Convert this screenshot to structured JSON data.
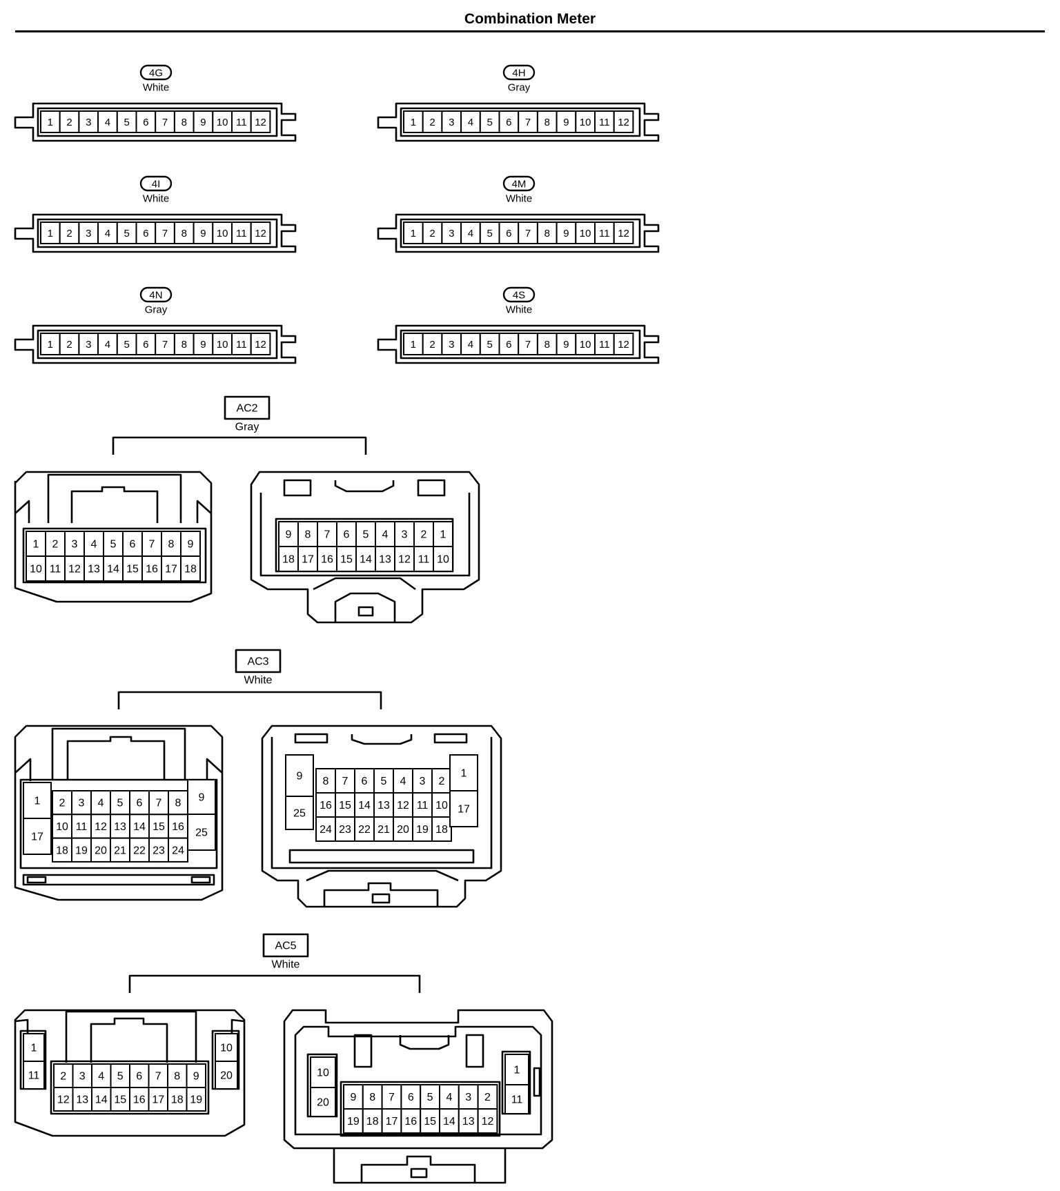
{
  "page_title": "Combination Meter",
  "strip_connectors": [
    {
      "code": "4G",
      "color": "White",
      "pins": [
        "1",
        "2",
        "3",
        "4",
        "5",
        "6",
        "7",
        "8",
        "9",
        "10",
        "11",
        "12"
      ]
    },
    {
      "code": "4H",
      "color": "Gray",
      "pins": [
        "1",
        "2",
        "3",
        "4",
        "5",
        "6",
        "7",
        "8",
        "9",
        "10",
        "11",
        "12"
      ]
    },
    {
      "code": "4I",
      "color": "White",
      "pins": [
        "1",
        "2",
        "3",
        "4",
        "5",
        "6",
        "7",
        "8",
        "9",
        "10",
        "11",
        "12"
      ]
    },
    {
      "code": "4M",
      "color": "White",
      "pins": [
        "1",
        "2",
        "3",
        "4",
        "5",
        "6",
        "7",
        "8",
        "9",
        "10",
        "11",
        "12"
      ]
    },
    {
      "code": "4N",
      "color": "Gray",
      "pins": [
        "1",
        "2",
        "3",
        "4",
        "5",
        "6",
        "7",
        "8",
        "9",
        "10",
        "11",
        "12"
      ]
    },
    {
      "code": "4S",
      "color": "White",
      "pins": [
        "1",
        "2",
        "3",
        "4",
        "5",
        "6",
        "7",
        "8",
        "9",
        "10",
        "11",
        "12"
      ]
    }
  ],
  "paired_connectors": [
    {
      "code": "AC2",
      "color": "Gray",
      "male": {
        "rows": [
          [
            "1",
            "2",
            "3",
            "4",
            "5",
            "6",
            "7",
            "8",
            "9"
          ],
          [
            "10",
            "11",
            "12",
            "13",
            "14",
            "15",
            "16",
            "17",
            "18"
          ]
        ]
      },
      "female": {
        "rows": [
          [
            "9",
            "8",
            "7",
            "6",
            "5",
            "4",
            "3",
            "2",
            "1"
          ],
          [
            "18",
            "17",
            "16",
            "15",
            "14",
            "13",
            "12",
            "11",
            "10"
          ]
        ]
      }
    },
    {
      "code": "AC3",
      "color": "White",
      "male": {
        "side_left": [
          "1",
          "17"
        ],
        "rows": [
          [
            "2",
            "3",
            "4",
            "5",
            "6",
            "7",
            "8"
          ],
          [
            "10",
            "11",
            "12",
            "13",
            "14",
            "15",
            "16"
          ],
          [
            "18",
            "19",
            "20",
            "21",
            "22",
            "23",
            "24"
          ]
        ],
        "side_right": [
          "9",
          "25"
        ]
      },
      "female": {
        "side_left": [
          "9",
          "25"
        ],
        "rows": [
          [
            "8",
            "7",
            "6",
            "5",
            "4",
            "3",
            "2"
          ],
          [
            "16",
            "15",
            "14",
            "13",
            "12",
            "11",
            "10"
          ],
          [
            "24",
            "23",
            "22",
            "21",
            "20",
            "19",
            "18"
          ]
        ],
        "side_right": [
          "1",
          "17"
        ]
      }
    },
    {
      "code": "AC5",
      "color": "White",
      "male": {
        "side_left": [
          "1",
          "11"
        ],
        "rows": [
          [
            "2",
            "3",
            "4",
            "5",
            "6",
            "7",
            "8",
            "9"
          ],
          [
            "12",
            "13",
            "14",
            "15",
            "16",
            "17",
            "18",
            "19"
          ]
        ],
        "side_right": [
          "10",
          "20"
        ]
      },
      "female": {
        "side_left": [
          "10",
          "20"
        ],
        "rows": [
          [
            "9",
            "8",
            "7",
            "6",
            "5",
            "4",
            "3",
            "2"
          ],
          [
            "19",
            "18",
            "17",
            "16",
            "15",
            "14",
            "13",
            "12"
          ]
        ],
        "side_right": [
          "1",
          "11"
        ]
      }
    }
  ]
}
